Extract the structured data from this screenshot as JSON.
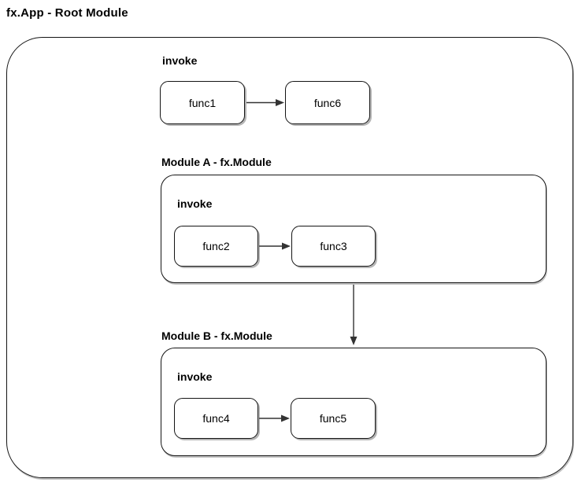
{
  "diagram": {
    "title": "fx.App - Root Module",
    "root": {
      "invoke_label": "invoke",
      "nodes": [
        {
          "label": "func1"
        },
        {
          "label": "func6"
        }
      ]
    },
    "modules": [
      {
        "title": "Module A - fx.Module",
        "invoke_label": "invoke",
        "nodes": [
          {
            "label": "func2"
          },
          {
            "label": "func3"
          }
        ]
      },
      {
        "title": "Module B - fx.Module",
        "invoke_label": "invoke",
        "nodes": [
          {
            "label": "func4"
          },
          {
            "label": "func5"
          }
        ]
      }
    ],
    "edges": [
      {
        "from": "func1",
        "to": "func6"
      },
      {
        "from": "func2",
        "to": "func3"
      },
      {
        "from": "Module A - fx.Module",
        "to": "Module B - fx.Module"
      },
      {
        "from": "func4",
        "to": "func5"
      }
    ],
    "colors": {
      "stroke": "#141414",
      "echo": "#bdbdbd",
      "arrow": "#333333",
      "background": "#ffffff",
      "text": "#000000"
    }
  }
}
